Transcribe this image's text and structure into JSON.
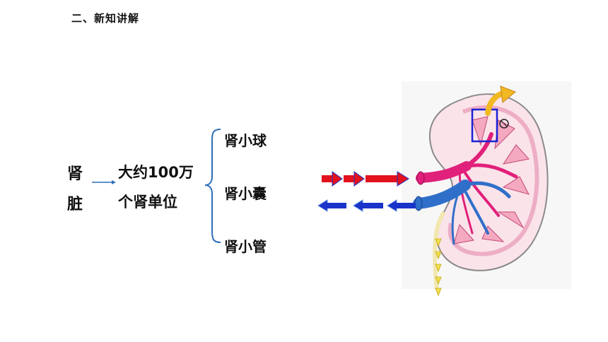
{
  "slide": {
    "section_title": "二、新知讲解"
  },
  "diagram": {
    "organ": [
      "肾",
      "脏"
    ],
    "count_lines": [
      "大约100万",
      "个肾单位"
    ],
    "parts": [
      "肾小球",
      "肾小囊",
      "肾小管"
    ]
  },
  "colors": {
    "bracket": "#2e6fb7",
    "inflow_arrow": "#e3121d",
    "outflow_arrow": "#1a33c9",
    "artery": "#e0207a",
    "vein": "#2f6fc9",
    "cortex": "#f6c1d2",
    "highlight_box": "#1a23d6",
    "ureter_arrow": "#f1e04a",
    "exit_arrow": "#f2b822"
  }
}
